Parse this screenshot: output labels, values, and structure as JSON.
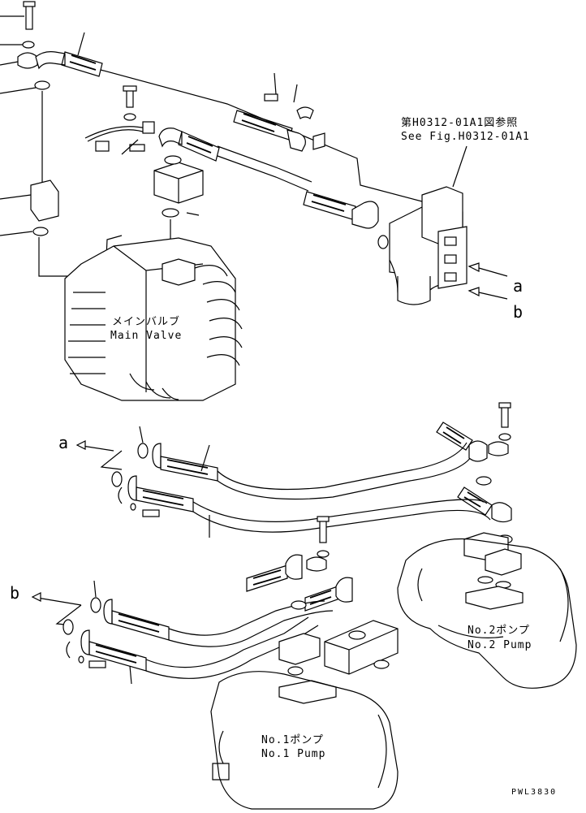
{
  "labels": {
    "ref_fig_jp": "第H0312-01A1図参照",
    "ref_fig_en": "See Fig.H0312-01A1",
    "main_valve_jp": "メインバルブ",
    "main_valve_en": "Main Valve",
    "pump1_jp": "No.1ポンプ",
    "pump1_en": "No.1 Pump",
    "pump2_jp": "No.2ポンプ",
    "pump2_en": "No.2 Pump",
    "arrow_a": "a",
    "arrow_b": "b",
    "drawing_number": "PWL3830"
  },
  "colors": {
    "ink": "#000000",
    "paper": "#ffffff"
  }
}
